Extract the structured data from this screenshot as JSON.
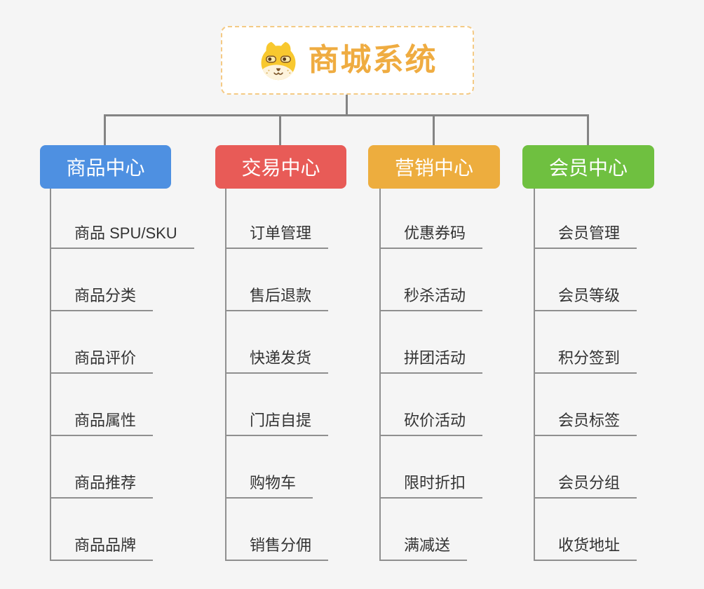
{
  "page": {
    "background": "#F5F5F5",
    "connector_color": "#848484",
    "underline_color": "#8F8F8F",
    "leaf_text_color": "#333333"
  },
  "root": {
    "title": "商城系统",
    "icon": "dog-face-icon",
    "title_color": "#EFAC41",
    "border_color": "#F4CA85"
  },
  "branches": [
    {
      "id": "product-center",
      "label": "商品中心",
      "color": "#4E90E1",
      "items": [
        "商品 SPU/SKU",
        "商品分类",
        "商品评价",
        "商品属性",
        "商品推荐",
        "商品品牌"
      ]
    },
    {
      "id": "trade-center",
      "label": "交易中心",
      "color": "#E85B57",
      "items": [
        "订单管理",
        "售后退款",
        "快递发货",
        "门店自提",
        "购物车",
        "销售分佣"
      ]
    },
    {
      "id": "marketing-center",
      "label": "营销中心",
      "color": "#EDAD3E",
      "items": [
        "优惠券码",
        "秒杀活动",
        "拼团活动",
        "砍价活动",
        "限时折扣",
        "满减送"
      ]
    },
    {
      "id": "member-center",
      "label": "会员中心",
      "color": "#6FC040",
      "items": [
        "会员管理",
        "会员等级",
        "积分签到",
        "会员标签",
        "会员分组",
        "收货地址"
      ]
    }
  ]
}
